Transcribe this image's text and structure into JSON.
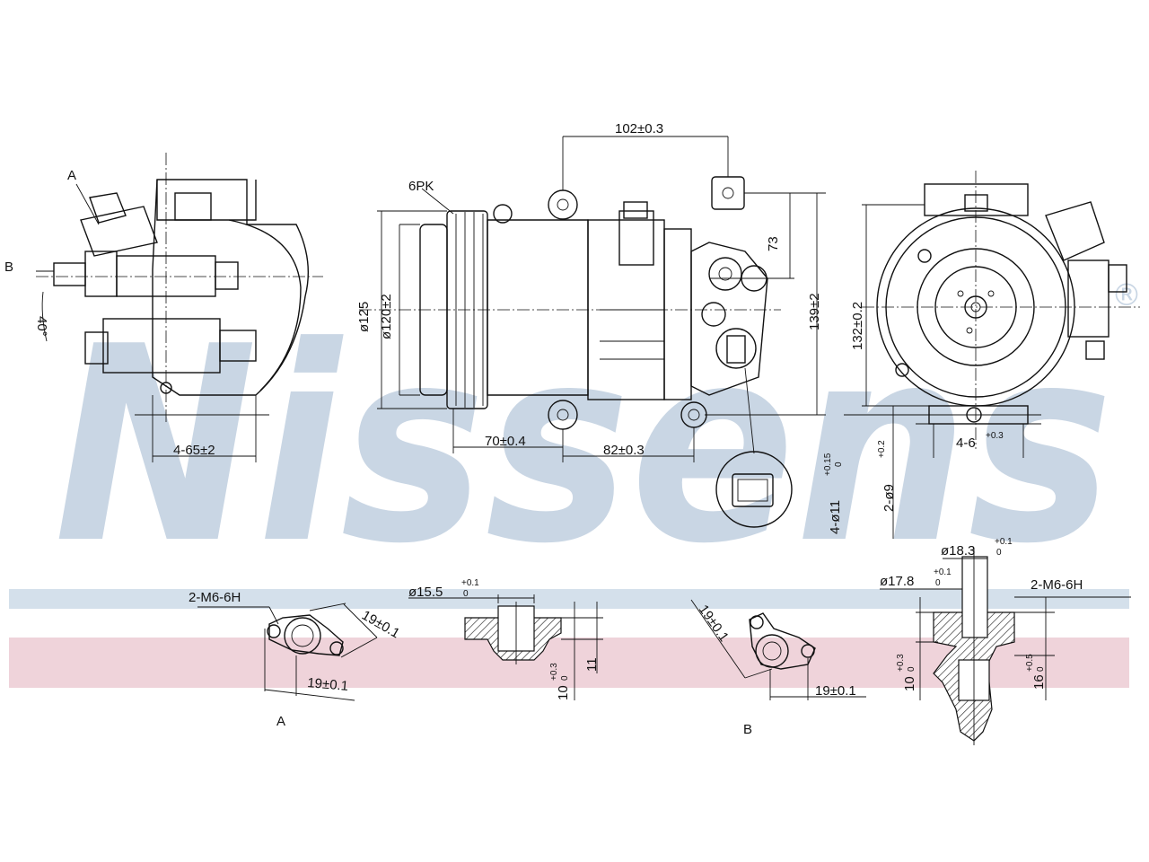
{
  "watermark": {
    "brand": "Nissens",
    "registered_mark": "®",
    "color": "#c9d6e4"
  },
  "band_colors": {
    "blue": "#d4e0eb",
    "pink": "#efd3da"
  },
  "labels": {
    "view_a_arrow": "A",
    "view_b_arrow": "B",
    "angle": "40°",
    "pulley": "6PK",
    "view_a_caption": "A",
    "view_b_caption": "B",
    "thread_a": "2-M6-6H",
    "thread_b": "2-M6-6H"
  },
  "dimensions": {
    "d102": "102±0.3",
    "d73": "73",
    "d139": "139±2",
    "d125": "ø125",
    "d120": "ø120±2",
    "d70": "70±0.4",
    "d82": "82±0.3",
    "d65": "4-65±2",
    "d132": "132±0.2",
    "d6": "4-6",
    "d6_tol": "+0.3",
    "d9": "2-ø9",
    "d9_tol": "+0.2",
    "d11": "4-ø11",
    "d11_tol": "+0.15",
    "d11_tol_lo": "0",
    "a19a": "19±0.1",
    "a19b": "19±0.1",
    "d155": "ø15.5",
    "d155_tol": "+0.1",
    "d155_tol_lo": "0",
    "d10a": "10",
    "d10a_tol": "+0.3",
    "d10a_tol_lo": "0",
    "d11b": "11",
    "b19a": "19±0.1",
    "b19b": "19±0.1",
    "d183": "ø18.3",
    "d183_tol": "+0.1",
    "d183_tol_lo": "0",
    "d178": "ø17.8",
    "d178_tol": "+0.1",
    "d178_tol_lo": "0",
    "d10b": "10",
    "d10b_tol": "+0.3",
    "d10b_tol_lo": "0",
    "d16": "16",
    "d16_tol": "+0.5",
    "d16_tol_lo": "0"
  }
}
